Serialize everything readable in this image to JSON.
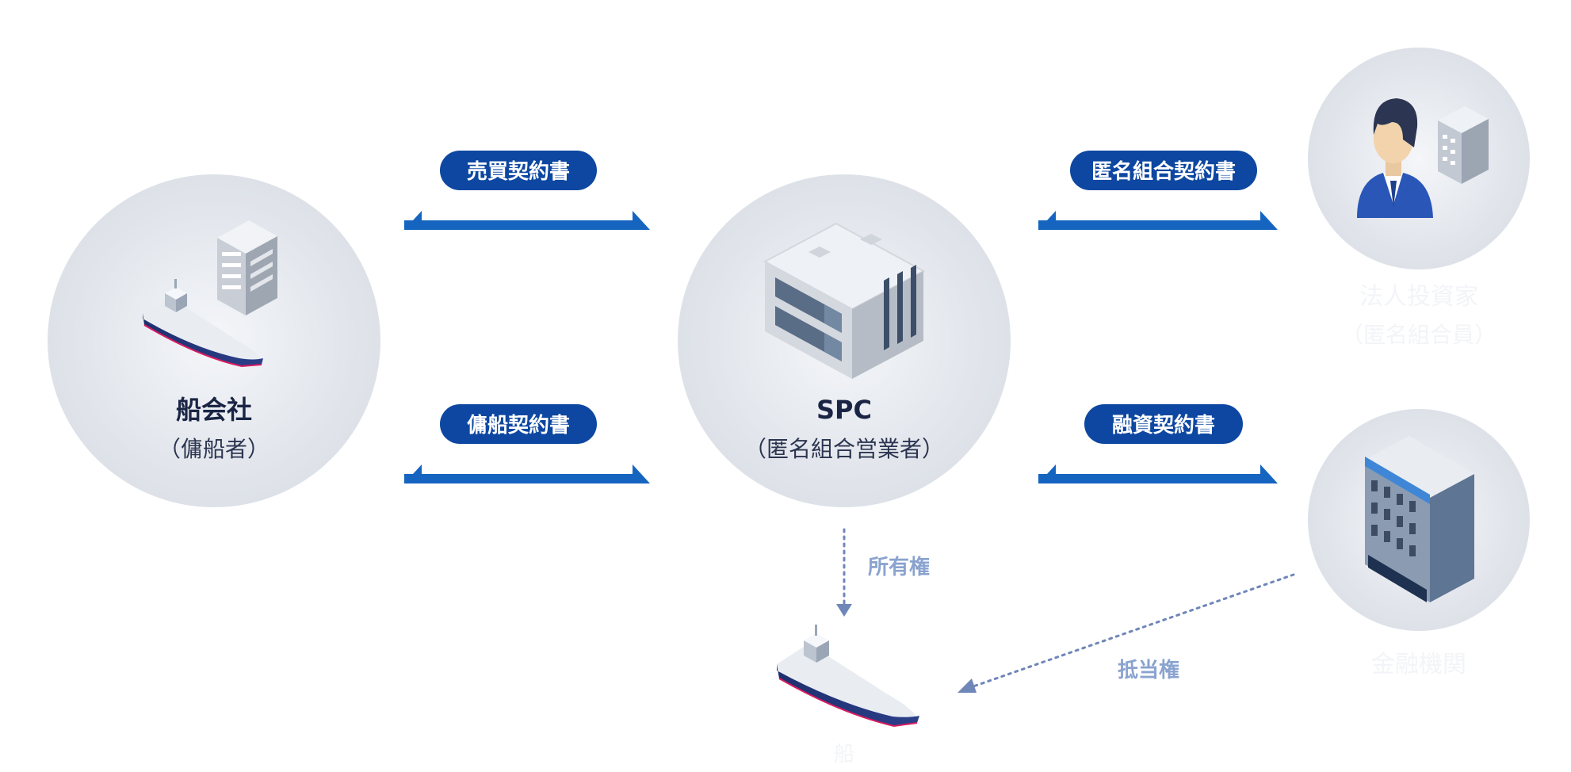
{
  "nodes": {
    "shipping": {
      "name": "船会社",
      "role": "（傭船者）"
    },
    "spc": {
      "name": "SPC",
      "role": "（匿名組合営業者）"
    },
    "investor": {
      "name": "法人投資家",
      "role": "（匿名組合員）"
    },
    "bank": {
      "name": "金融機関"
    },
    "vessel": {
      "name": "船"
    }
  },
  "contracts": {
    "sale": "売買契約書",
    "charter": "傭船契約書",
    "tk": "匿名組合契約書",
    "loan": "融資契約書"
  },
  "rights": {
    "ownership": "所有権",
    "mortgage": "抵当権"
  },
  "colors": {
    "primary": "#0d47a1",
    "arrow": "#1565c0",
    "dotted": "#6f86b8",
    "rights_text": "#8aa3cf",
    "circle": "#dfe3ea",
    "dark_text": "#1a2545"
  }
}
